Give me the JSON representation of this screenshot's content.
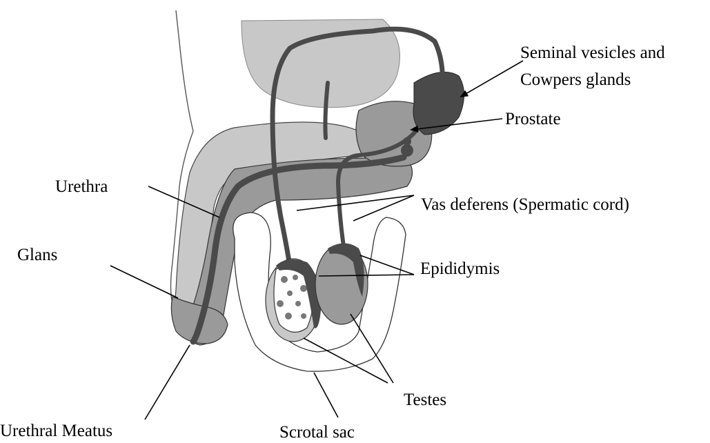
{
  "labels": {
    "seminal_vesicles_line1": "Seminal vesicles and",
    "seminal_vesicles_line2": "Cowpers glands",
    "prostate": "Prostate",
    "urethra": "Urethra",
    "vas_deferens": "Vas deferens (Spermatic cord)",
    "glans": "Glans",
    "epididymis": "Epididymis",
    "testes": "Testes",
    "urethral_meatus": "Urethral Meatus",
    "scrotal_sac": "Scrotal sac"
  },
  "colors": {
    "light_tissue": "#c8c8c8",
    "mid_tissue": "#9a9a9a",
    "dark_tissue": "#4a4a4a",
    "outline": "#1a1a1a"
  }
}
